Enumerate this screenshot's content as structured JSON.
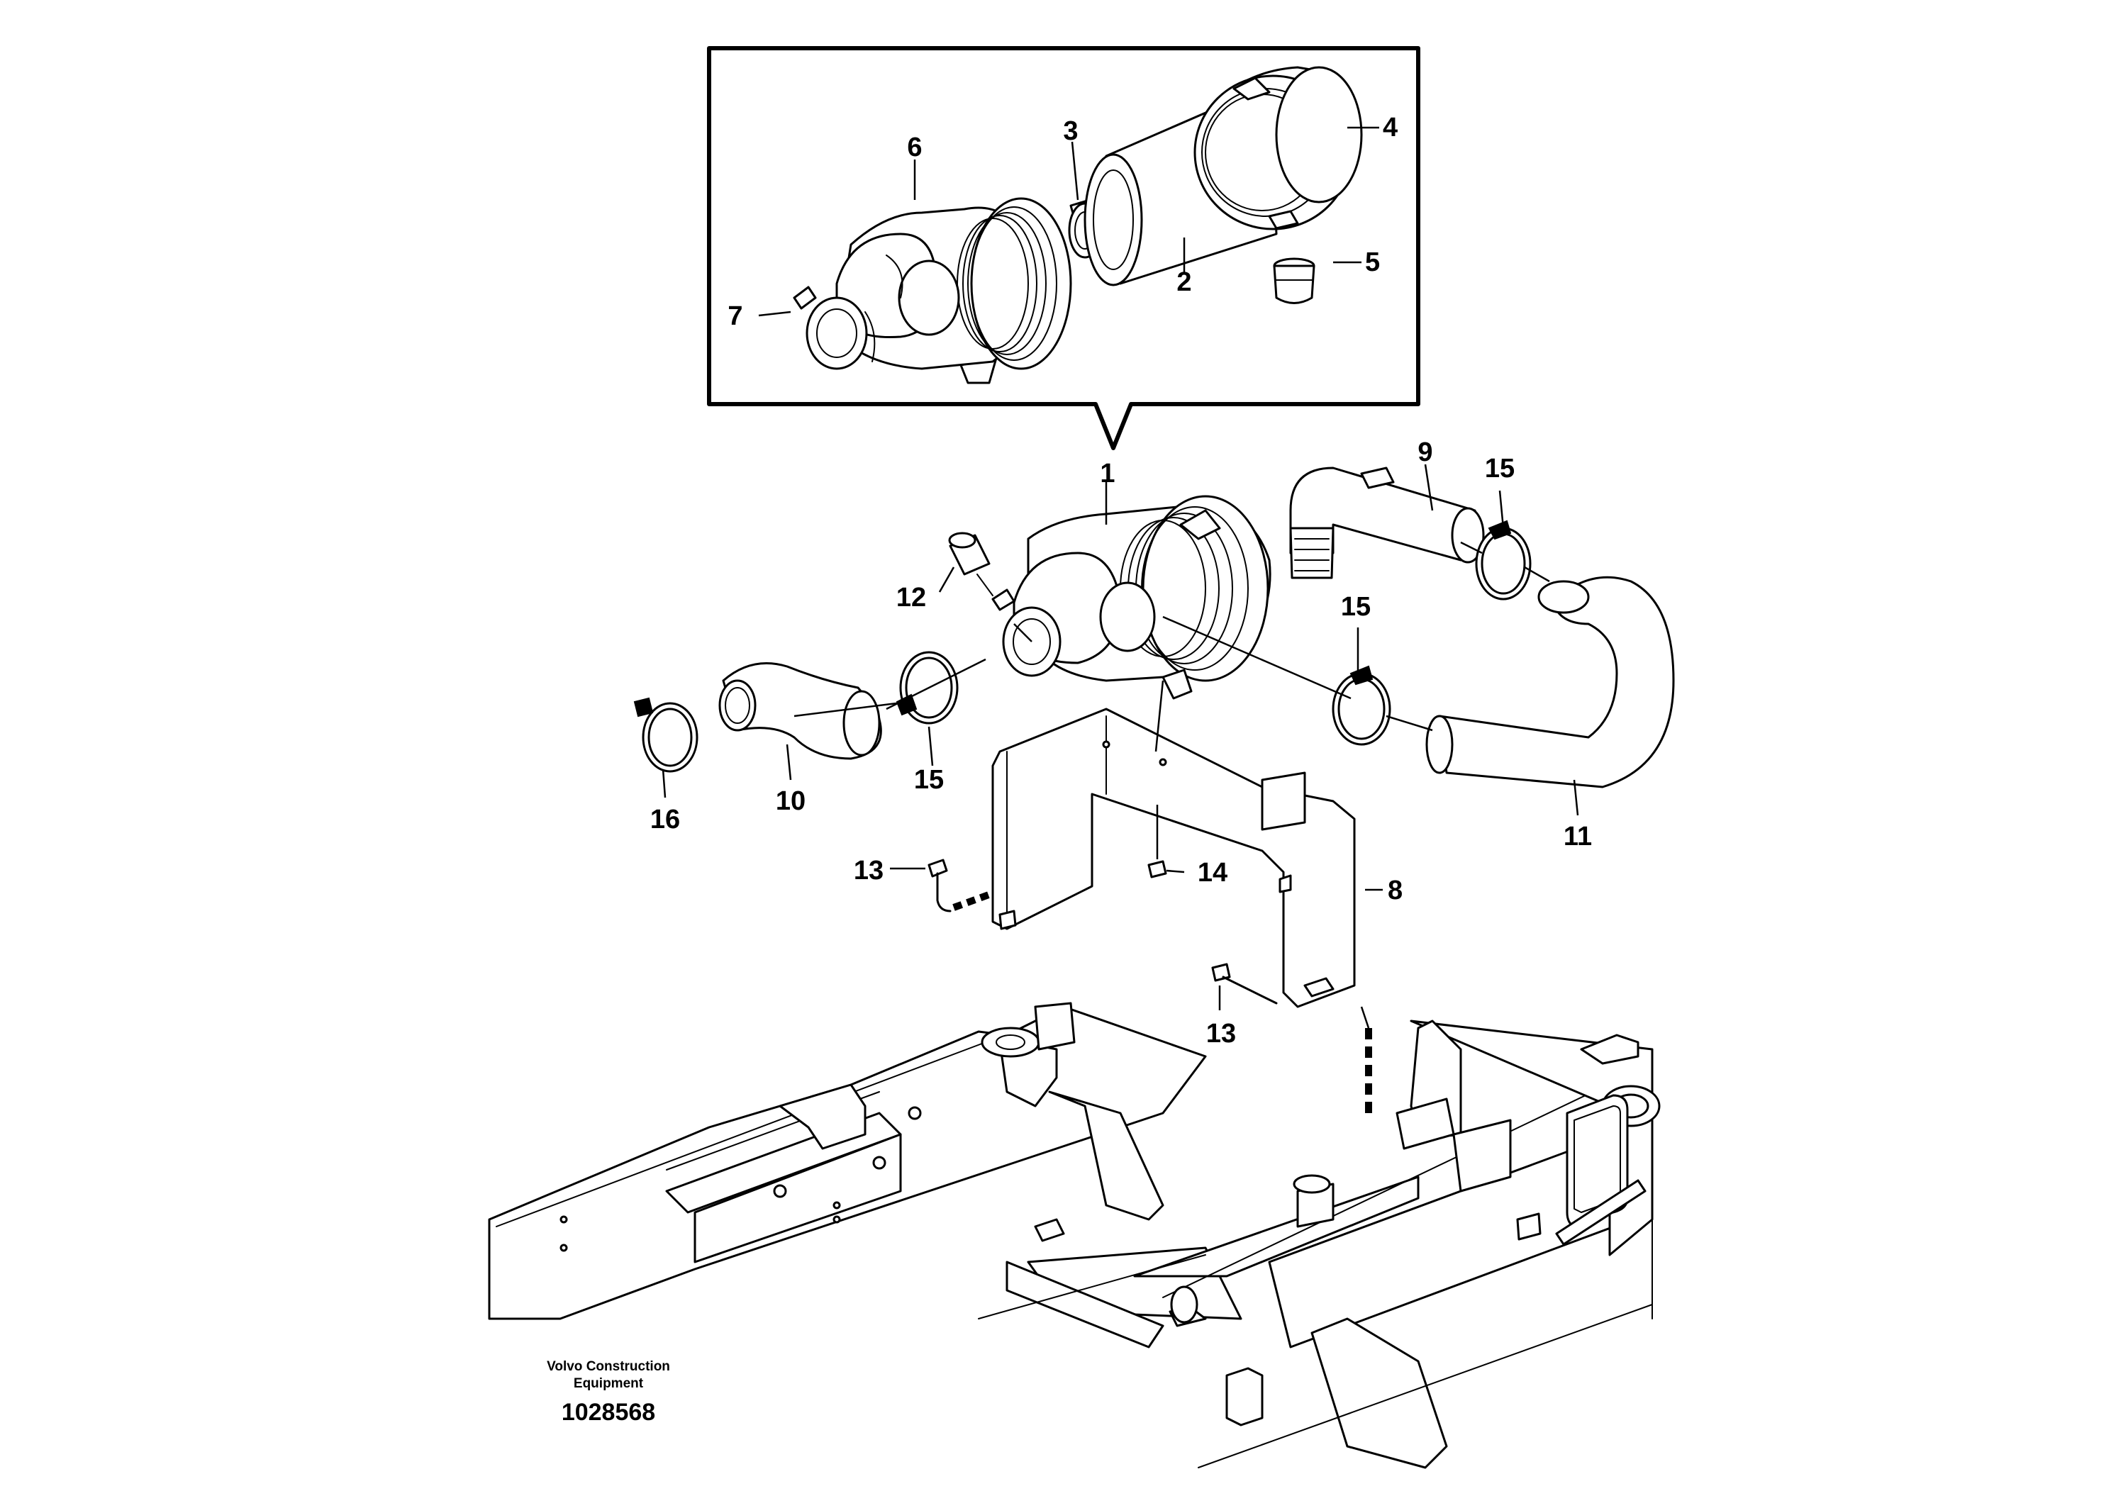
{
  "callouts": {
    "c1": "1",
    "c2": "2",
    "c3": "3",
    "c4": "4",
    "c5": "5",
    "c6": "6",
    "c7": "7",
    "c8": "8",
    "c9": "9",
    "c10": "10",
    "c11": "11",
    "c12": "12",
    "c13a": "13",
    "c13b": "13",
    "c14": "14",
    "c15a": "15",
    "c15b": "15",
    "c15c": "15",
    "c16": "16"
  },
  "footer": {
    "company_line1": "Volvo Construction",
    "company_line2": "Equipment",
    "drawing_number": "1028568"
  }
}
